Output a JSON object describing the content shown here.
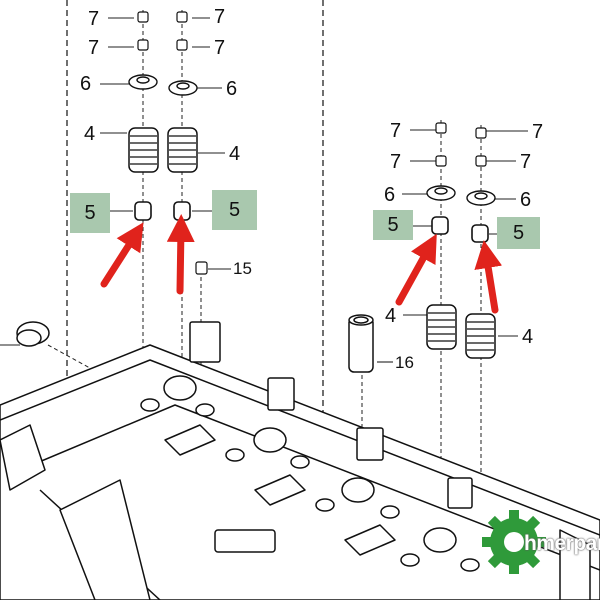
{
  "callouts": [
    {
      "id": "c7a",
      "text": "7"
    },
    {
      "id": "c7b",
      "text": "7"
    },
    {
      "id": "c7c",
      "text": "7"
    },
    {
      "id": "c7d",
      "text": "7"
    },
    {
      "id": "c6a",
      "text": "6"
    },
    {
      "id": "c6b",
      "text": "6"
    },
    {
      "id": "c4a",
      "text": "4"
    },
    {
      "id": "c4b",
      "text": "4"
    },
    {
      "id": "c5a",
      "text": "5"
    },
    {
      "id": "c5b",
      "text": "5"
    },
    {
      "id": "c15",
      "text": "15"
    },
    {
      "id": "c7e",
      "text": "7"
    },
    {
      "id": "c7f",
      "text": "7"
    },
    {
      "id": "c7g",
      "text": "7"
    },
    {
      "id": "c7h",
      "text": "7"
    },
    {
      "id": "c6c",
      "text": "6"
    },
    {
      "id": "c6d",
      "text": "6"
    },
    {
      "id": "c5c",
      "text": "5"
    },
    {
      "id": "c5d",
      "text": "5"
    },
    {
      "id": "c4c",
      "text": "4"
    },
    {
      "id": "c4d",
      "text": "4"
    },
    {
      "id": "c16",
      "text": "16"
    }
  ],
  "watermark": {
    "text": "hmerparts"
  },
  "colors": {
    "highlight": "#a9c8ae",
    "arrow": "#e0231c",
    "line": "#1a1a1a",
    "watermark_gear": "#2f9a3a"
  }
}
